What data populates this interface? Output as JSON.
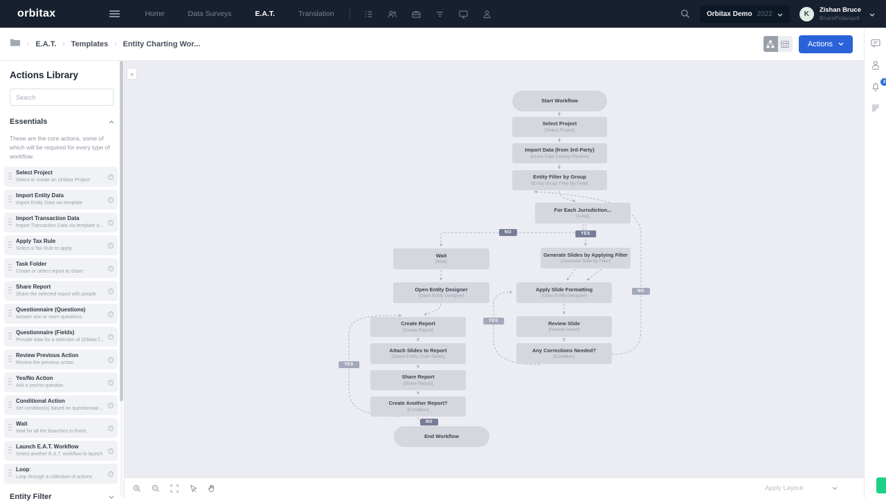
{
  "navbar": {
    "logo": "orbitax",
    "links": [
      {
        "label": "Home"
      },
      {
        "label": "Data Surveys"
      },
      {
        "label": "E.A.T.",
        "active": true
      },
      {
        "label": "Translation"
      }
    ],
    "project_selector": {
      "name": "Orbitax Demo",
      "year": "2022"
    },
    "user": {
      "initial": "K",
      "name": "Zishan Bruce",
      "username": "BrucePolariav4"
    }
  },
  "breadcrumb": {
    "items": [
      "E.A.T.",
      "Templates",
      "Entity Charting Wor..."
    ]
  },
  "header_toolbar": {
    "actions_label": "Actions"
  },
  "right_rail": {
    "notification_count": "3"
  },
  "sidebar": {
    "title": "Actions Library",
    "search_placeholder": "Search",
    "section_label": "Essentials",
    "description": "These are the core actions, some of which will be required for every type of workflow.",
    "items": [
      {
        "title": "Select Project",
        "desc": "Select or create an Orbitax Project"
      },
      {
        "title": "Import Entity Data",
        "desc": "Import Entity Data via template"
      },
      {
        "title": "Import Transaction Data",
        "desc": "Import Transaction Data via template or sou..."
      },
      {
        "title": "Apply Tax Rule",
        "desc": "Select a Tax Rule to apply"
      },
      {
        "title": "Task Folder",
        "desc": "Create or select report to share"
      },
      {
        "title": "Share Report",
        "desc": "Share the selected report with people"
      },
      {
        "title": "Questionnaire (Questions)",
        "desc": "Answer one or more questions"
      },
      {
        "title": "Questionnaire (Fields)",
        "desc": "Provide data for a selection of Orbitax fields"
      },
      {
        "title": "Review Previous Action",
        "desc": "Review the previous action"
      },
      {
        "title": "Yes/No Action",
        "desc": "Ask a yes/no question."
      },
      {
        "title": "Conditional Action",
        "desc": "Set condition(s) based on questionnaire res..."
      },
      {
        "title": "Wait",
        "desc": "Wait for all the branches to finish."
      },
      {
        "title": "Launch E.A.T. Workflow",
        "desc": "Select another E.A.T. workflow to launch"
      },
      {
        "title": "Loop",
        "desc": "Loop through a collection of actions"
      }
    ],
    "footer_section_label": "Entity Filter"
  },
  "canvas": {
    "nodes": {
      "start": {
        "title": "Start Workflow",
        "subtitle": ""
      },
      "select_project": {
        "title": "Select Project",
        "subtitle": "[Select Project]"
      },
      "import_data": {
        "title": "Import Data (from 3rd-Party)",
        "subtitle": "[Azure Data Factory Pipeline]"
      },
      "entity_filter": {
        "title": "Entity Filter by Group",
        "subtitle": "[Entity Group Filter By Field]"
      },
      "for_each": {
        "title": "For Each Jurisdiction...",
        "subtitle": "[Loop]"
      },
      "wait": {
        "title": "Wait",
        "subtitle": "[Wait]"
      },
      "generate_slides": {
        "title": "Generate Slides by Applying Filter",
        "subtitle": "[Generate Slide by Filter]"
      },
      "open_designer": {
        "title": "Open Entity Designer",
        "subtitle": "[Open Entity Designer]"
      },
      "apply_formatting": {
        "title": "Apply Slide Formatting",
        "subtitle": "[Open Entity Designer]"
      },
      "create_report": {
        "title": "Create Report",
        "subtitle": "[Create Report]"
      },
      "review_slide": {
        "title": "Review Slide",
        "subtitle": "[Review Action]"
      },
      "attach_slides": {
        "title": "Attach Slides to Report",
        "subtitle": "[Select Entity Chart Slides]"
      },
      "corrections": {
        "title": "Any Corrections Needed?",
        "subtitle": "[Condition]"
      },
      "share_report": {
        "title": "Share Report",
        "subtitle": "[Share Report]"
      },
      "another_report": {
        "title": "Create Another Report?",
        "subtitle": "[Condition]"
      },
      "end": {
        "title": "End Workflow",
        "subtitle": ""
      }
    },
    "badges": {
      "no1": "NO",
      "yes1": "YES",
      "no2": "NO",
      "yes2": "YES",
      "yes3": "YES",
      "no3": "NO"
    }
  },
  "footer": {
    "apply_layout_label": "Apply Layout"
  },
  "colors": {
    "accent": "#2b62d9",
    "navbar_bg": "#17202e",
    "canvas_bg": "#ecedf2",
    "node_bg": "#d5d7de",
    "green_widget": "#1ed186",
    "badge_dark": "#777d96"
  }
}
